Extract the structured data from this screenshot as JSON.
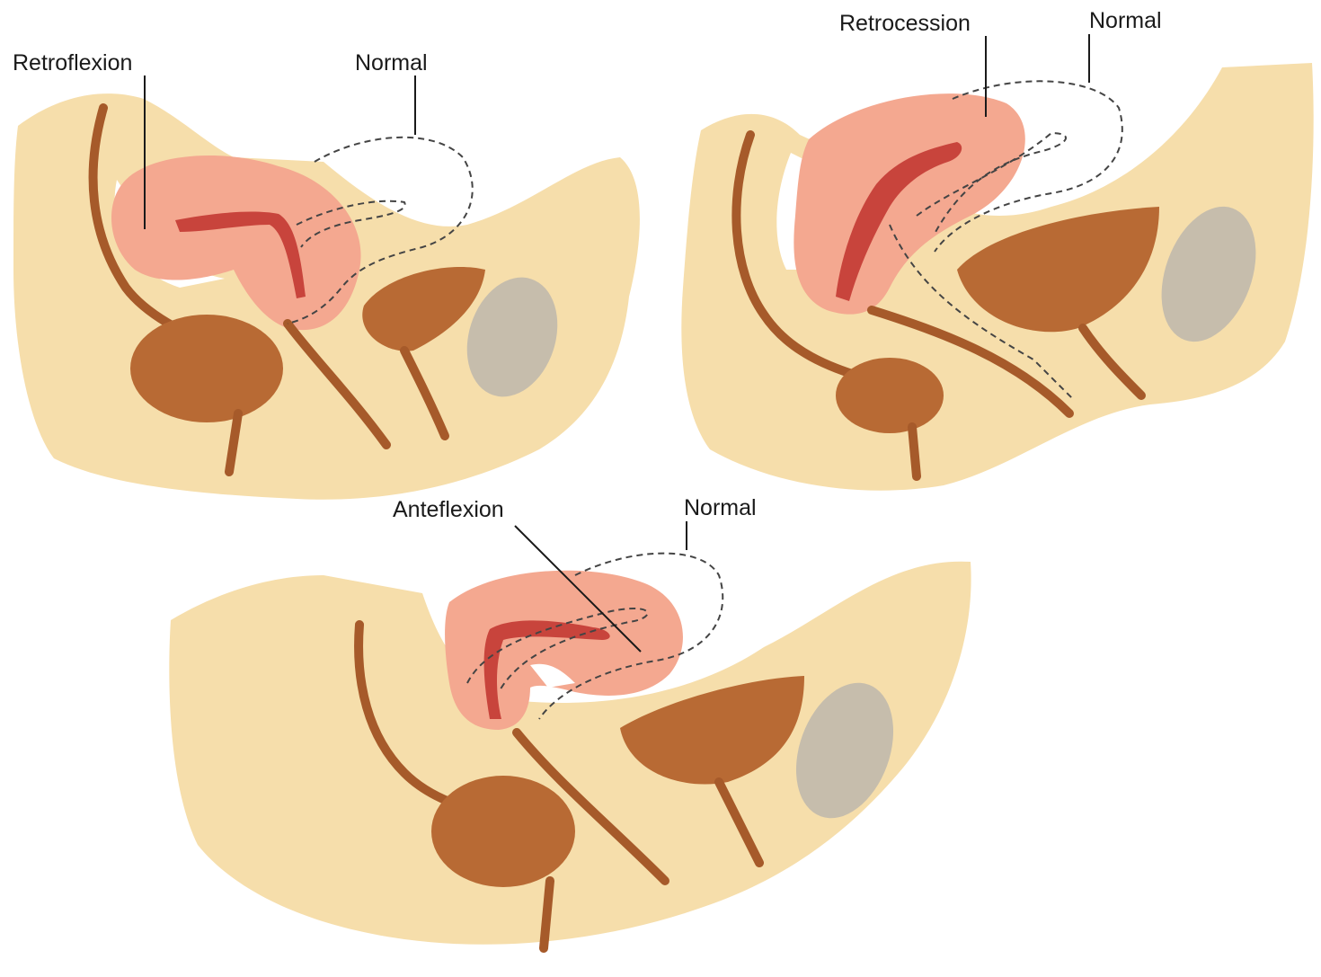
{
  "panels": [
    {
      "id": "retroflexion",
      "condition_label": "Retroflexion",
      "reference_label": "Normal"
    },
    {
      "id": "retrocession",
      "condition_label": "Retrocession",
      "reference_label": "Normal"
    },
    {
      "id": "anteflexion",
      "condition_label": "Anteflexion",
      "reference_label": "Normal"
    }
  ],
  "colors": {
    "tissue": "#f6deab",
    "uterus": "#f4a890",
    "uterine_cavity": "#c8443c",
    "organs": "#b86a34",
    "bone": "#c6bdac",
    "normal_outline": "#444444"
  }
}
